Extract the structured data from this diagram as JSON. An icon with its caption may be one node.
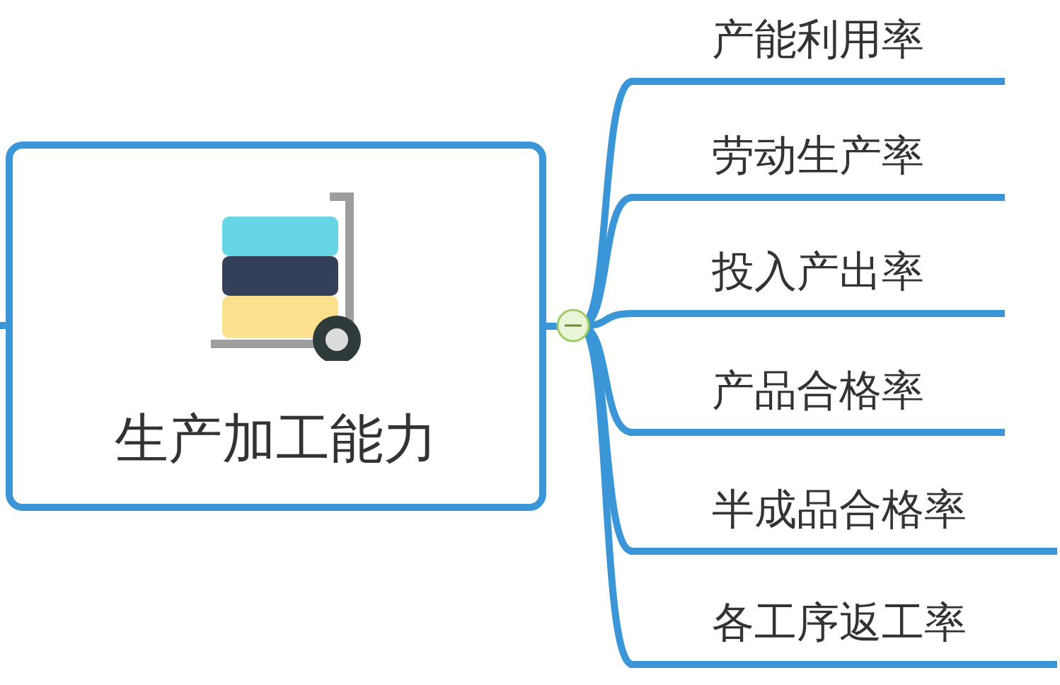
{
  "diagram": {
    "nodes": [
      {
        "text": [
          "生产加工能力"
        ]
      },
      {
        "text": [
          "产能利用率"
        ]
      },
      {
        "text": [
          "劳动生产率"
        ]
      },
      {
        "text": [
          "投入产出率"
        ]
      },
      {
        "text": [
          "产品合格率"
        ]
      },
      {
        "text": [
          "半成品合格率"
        ]
      },
      {
        "text": [
          "各工序返工率"
        ]
      }
    ],
    "edges": [
      {
        "from": null,
        "to": 0,
        "arrow": "none"
      },
      {
        "from": 0,
        "to": 1,
        "arrow": "none"
      },
      {
        "from": 0,
        "to": 2,
        "arrow": "none"
      },
      {
        "from": 0,
        "to": 3,
        "arrow": "none"
      },
      {
        "from": 0,
        "to": 4,
        "arrow": "none"
      },
      {
        "from": 0,
        "to": 5,
        "arrow": "none"
      },
      {
        "from": 0,
        "to": 6,
        "arrow": "none"
      }
    ]
  }
}
